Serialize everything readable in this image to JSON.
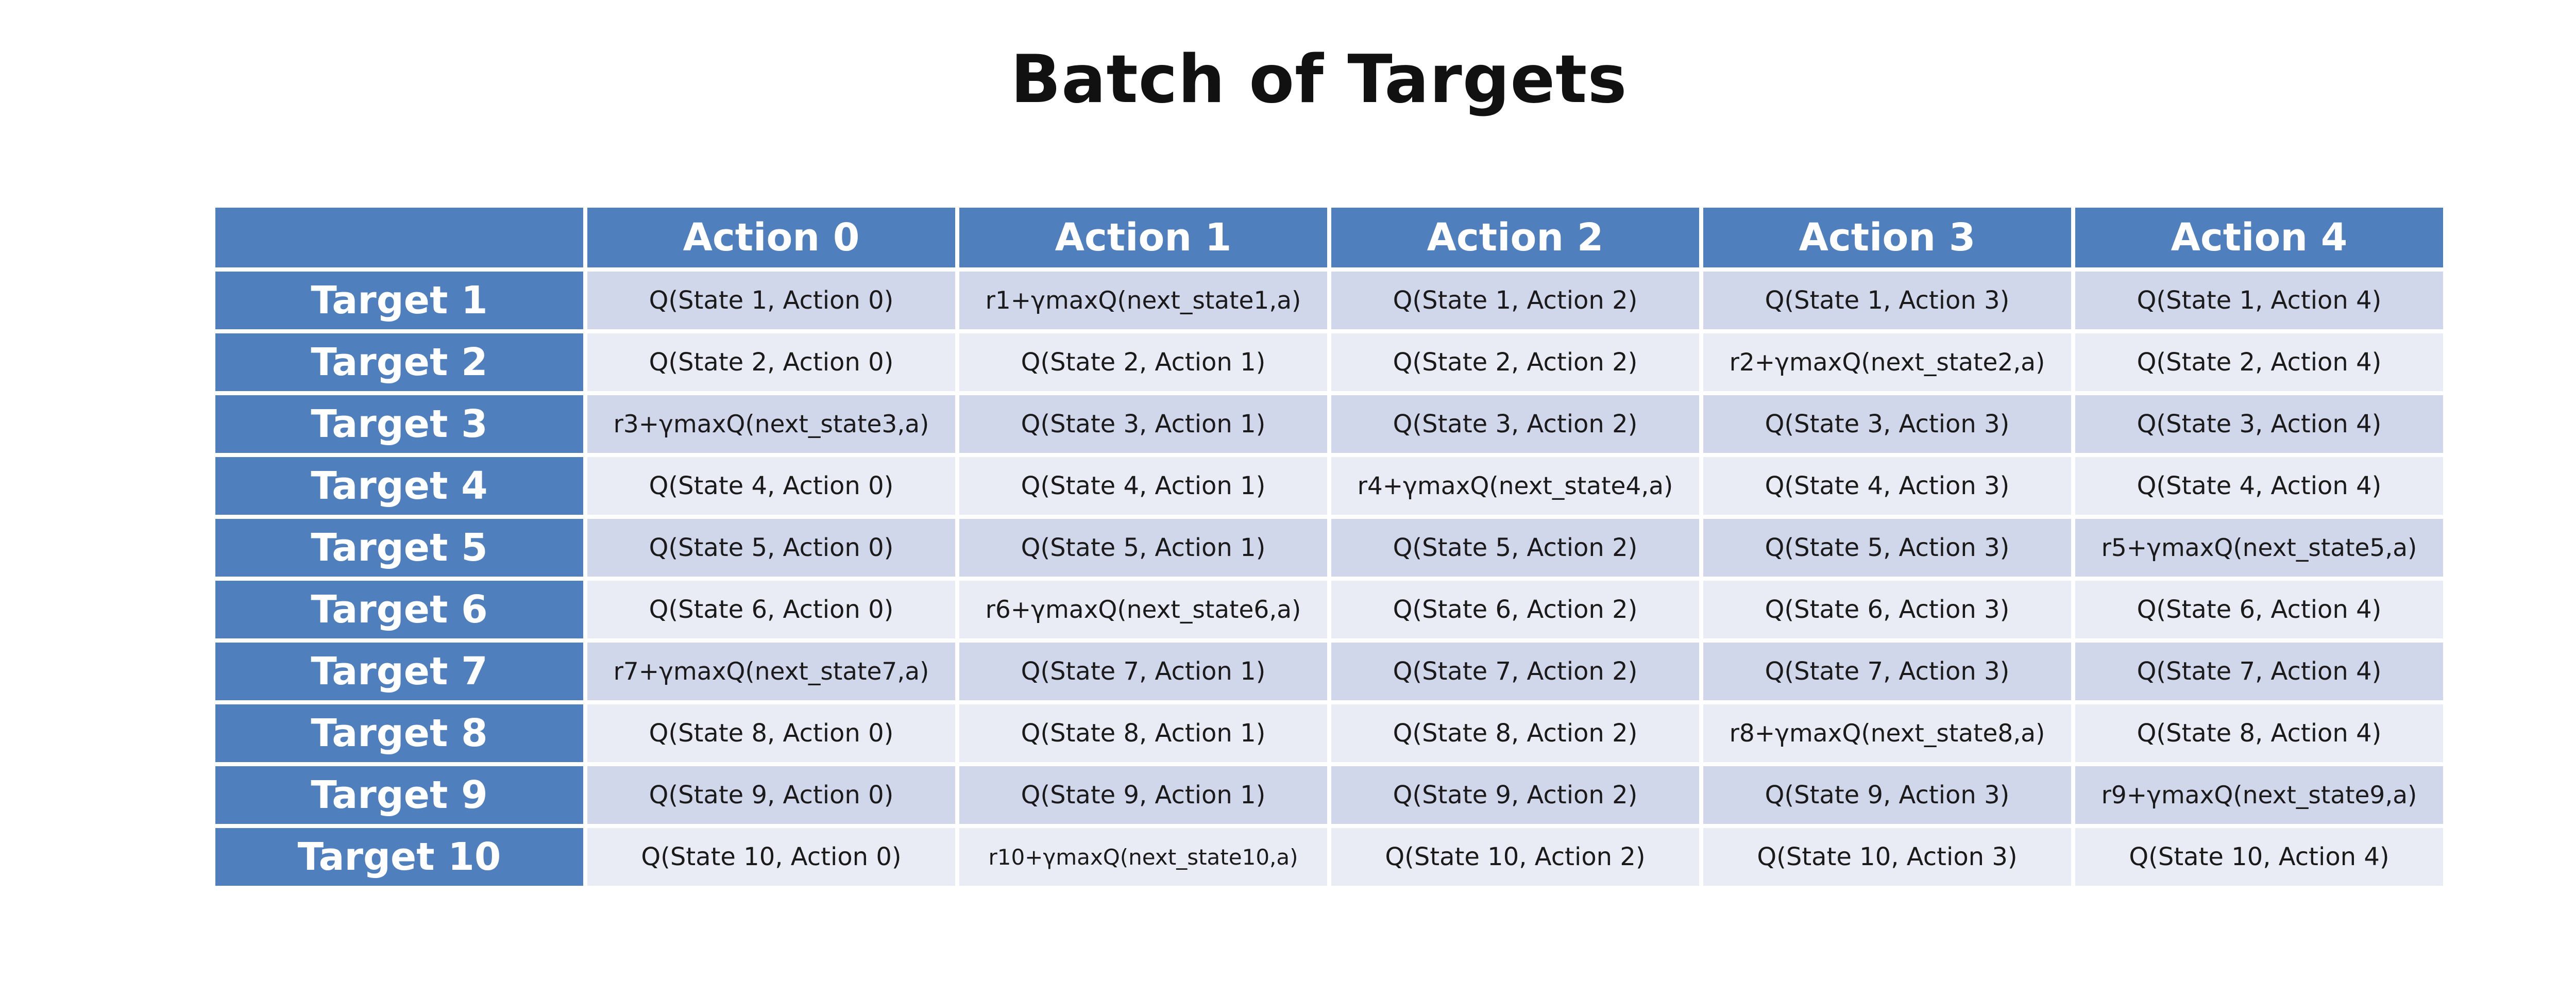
{
  "title": "Batch of Targets",
  "columns": [
    "",
    "Action 0",
    "Action 1",
    "Action 2",
    "Action 3",
    "Action 4"
  ],
  "rows": [
    {
      "label": "Target 1",
      "cells": [
        "Q(State 1, Action 0)",
        "r1+γmaxQ(next_state1,a)",
        "Q(State 1, Action 2)",
        "Q(State 1, Action 3)",
        "Q(State 1, Action 4)"
      ]
    },
    {
      "label": "Target 2",
      "cells": [
        "Q(State 2, Action 0)",
        "Q(State 2, Action 1)",
        "Q(State 2, Action 2)",
        "r2+γmaxQ(next_state2,a)",
        "Q(State 2, Action 4)"
      ]
    },
    {
      "label": "Target 3",
      "cells": [
        "r3+γmaxQ(next_state3,a)",
        "Q(State 3, Action 1)",
        "Q(State 3, Action 2)",
        "Q(State 3, Action 3)",
        "Q(State 3, Action 4)"
      ]
    },
    {
      "label": "Target 4",
      "cells": [
        "Q(State 4, Action 0)",
        "Q(State 4, Action 1)",
        "r4+γmaxQ(next_state4,a)",
        "Q(State 4, Action 3)",
        "Q(State 4, Action 4)"
      ]
    },
    {
      "label": "Target 5",
      "cells": [
        "Q(State 5, Action 0)",
        "Q(State 5, Action 1)",
        "Q(State 5, Action 2)",
        "Q(State 5, Action 3)",
        "r5+γmaxQ(next_state5,a)"
      ]
    },
    {
      "label": "Target 6",
      "cells": [
        "Q(State 6, Action 0)",
        "r6+γmaxQ(next_state6,a)",
        "Q(State 6, Action 2)",
        "Q(State 6, Action 3)",
        "Q(State 6, Action 4)"
      ]
    },
    {
      "label": "Target 7",
      "cells": [
        "r7+γmaxQ(next_state7,a)",
        "Q(State 7, Action 1)",
        "Q(State 7, Action 2)",
        "Q(State 7, Action 3)",
        "Q(State 7, Action 4)"
      ]
    },
    {
      "label": "Target 8",
      "cells": [
        "Q(State 8, Action 0)",
        "Q(State 8, Action 1)",
        "Q(State 8, Action 2)",
        "r8+γmaxQ(next_state8,a)",
        "Q(State 8, Action 4)"
      ]
    },
    {
      "label": "Target 9",
      "cells": [
        "Q(State 9, Action 0)",
        "Q(State 9, Action 1)",
        "Q(State 9, Action 2)",
        "Q(State 9, Action 3)",
        "r9+γmaxQ(next_state9,a)"
      ]
    },
    {
      "label": "Target 10",
      "cells": [
        "Q(State 10, Action 0)",
        "r10+γmaxQ(next_state10,a)",
        "Q(State 10, Action 2)",
        "Q(State 10, Action 3)",
        "Q(State 10, Action 4)"
      ]
    }
  ],
  "colors": {
    "header_bg": "#4f7fbd",
    "header_text": "#ffffff",
    "row_odd_bg": "#d0d7ea",
    "row_even_bg": "#e9ecf5",
    "cell_text": "#1a1a1a"
  }
}
